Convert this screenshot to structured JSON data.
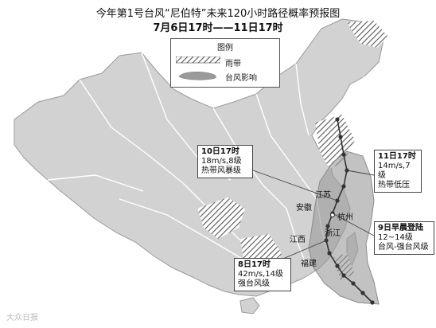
{
  "title": {
    "line1": "今年第1号台风“尼伯特”未来120小时路径概率预报图",
    "line2": "7月6日17时——11日17时"
  },
  "legend": {
    "title": "图例",
    "rain_label": "雨带",
    "impact_label": "台风影响"
  },
  "callouts": [
    {
      "time": "10日17时",
      "line1": "18m/s,8级",
      "line2": "热带风暴级"
    },
    {
      "time": "11日17时",
      "line1": "14m/s,7级",
      "line2": "热带低压"
    },
    {
      "time": "9日早晨登陆",
      "line1": "12~14级",
      "line2": "台风-强台风级"
    },
    {
      "time": "8日17时",
      "line1": "42m/s,14级",
      "line2": "强台风级"
    }
  ],
  "provinces": [
    "江苏",
    "安徽",
    "杭州",
    "浙江",
    "江西",
    "福建"
  ],
  "watermark": "大众日报",
  "colors": {
    "land": "#d2d2d2",
    "border": "#ffffff",
    "impact_zone": "#9a9a9a",
    "rain_band": "#555555",
    "track": "#333333"
  }
}
